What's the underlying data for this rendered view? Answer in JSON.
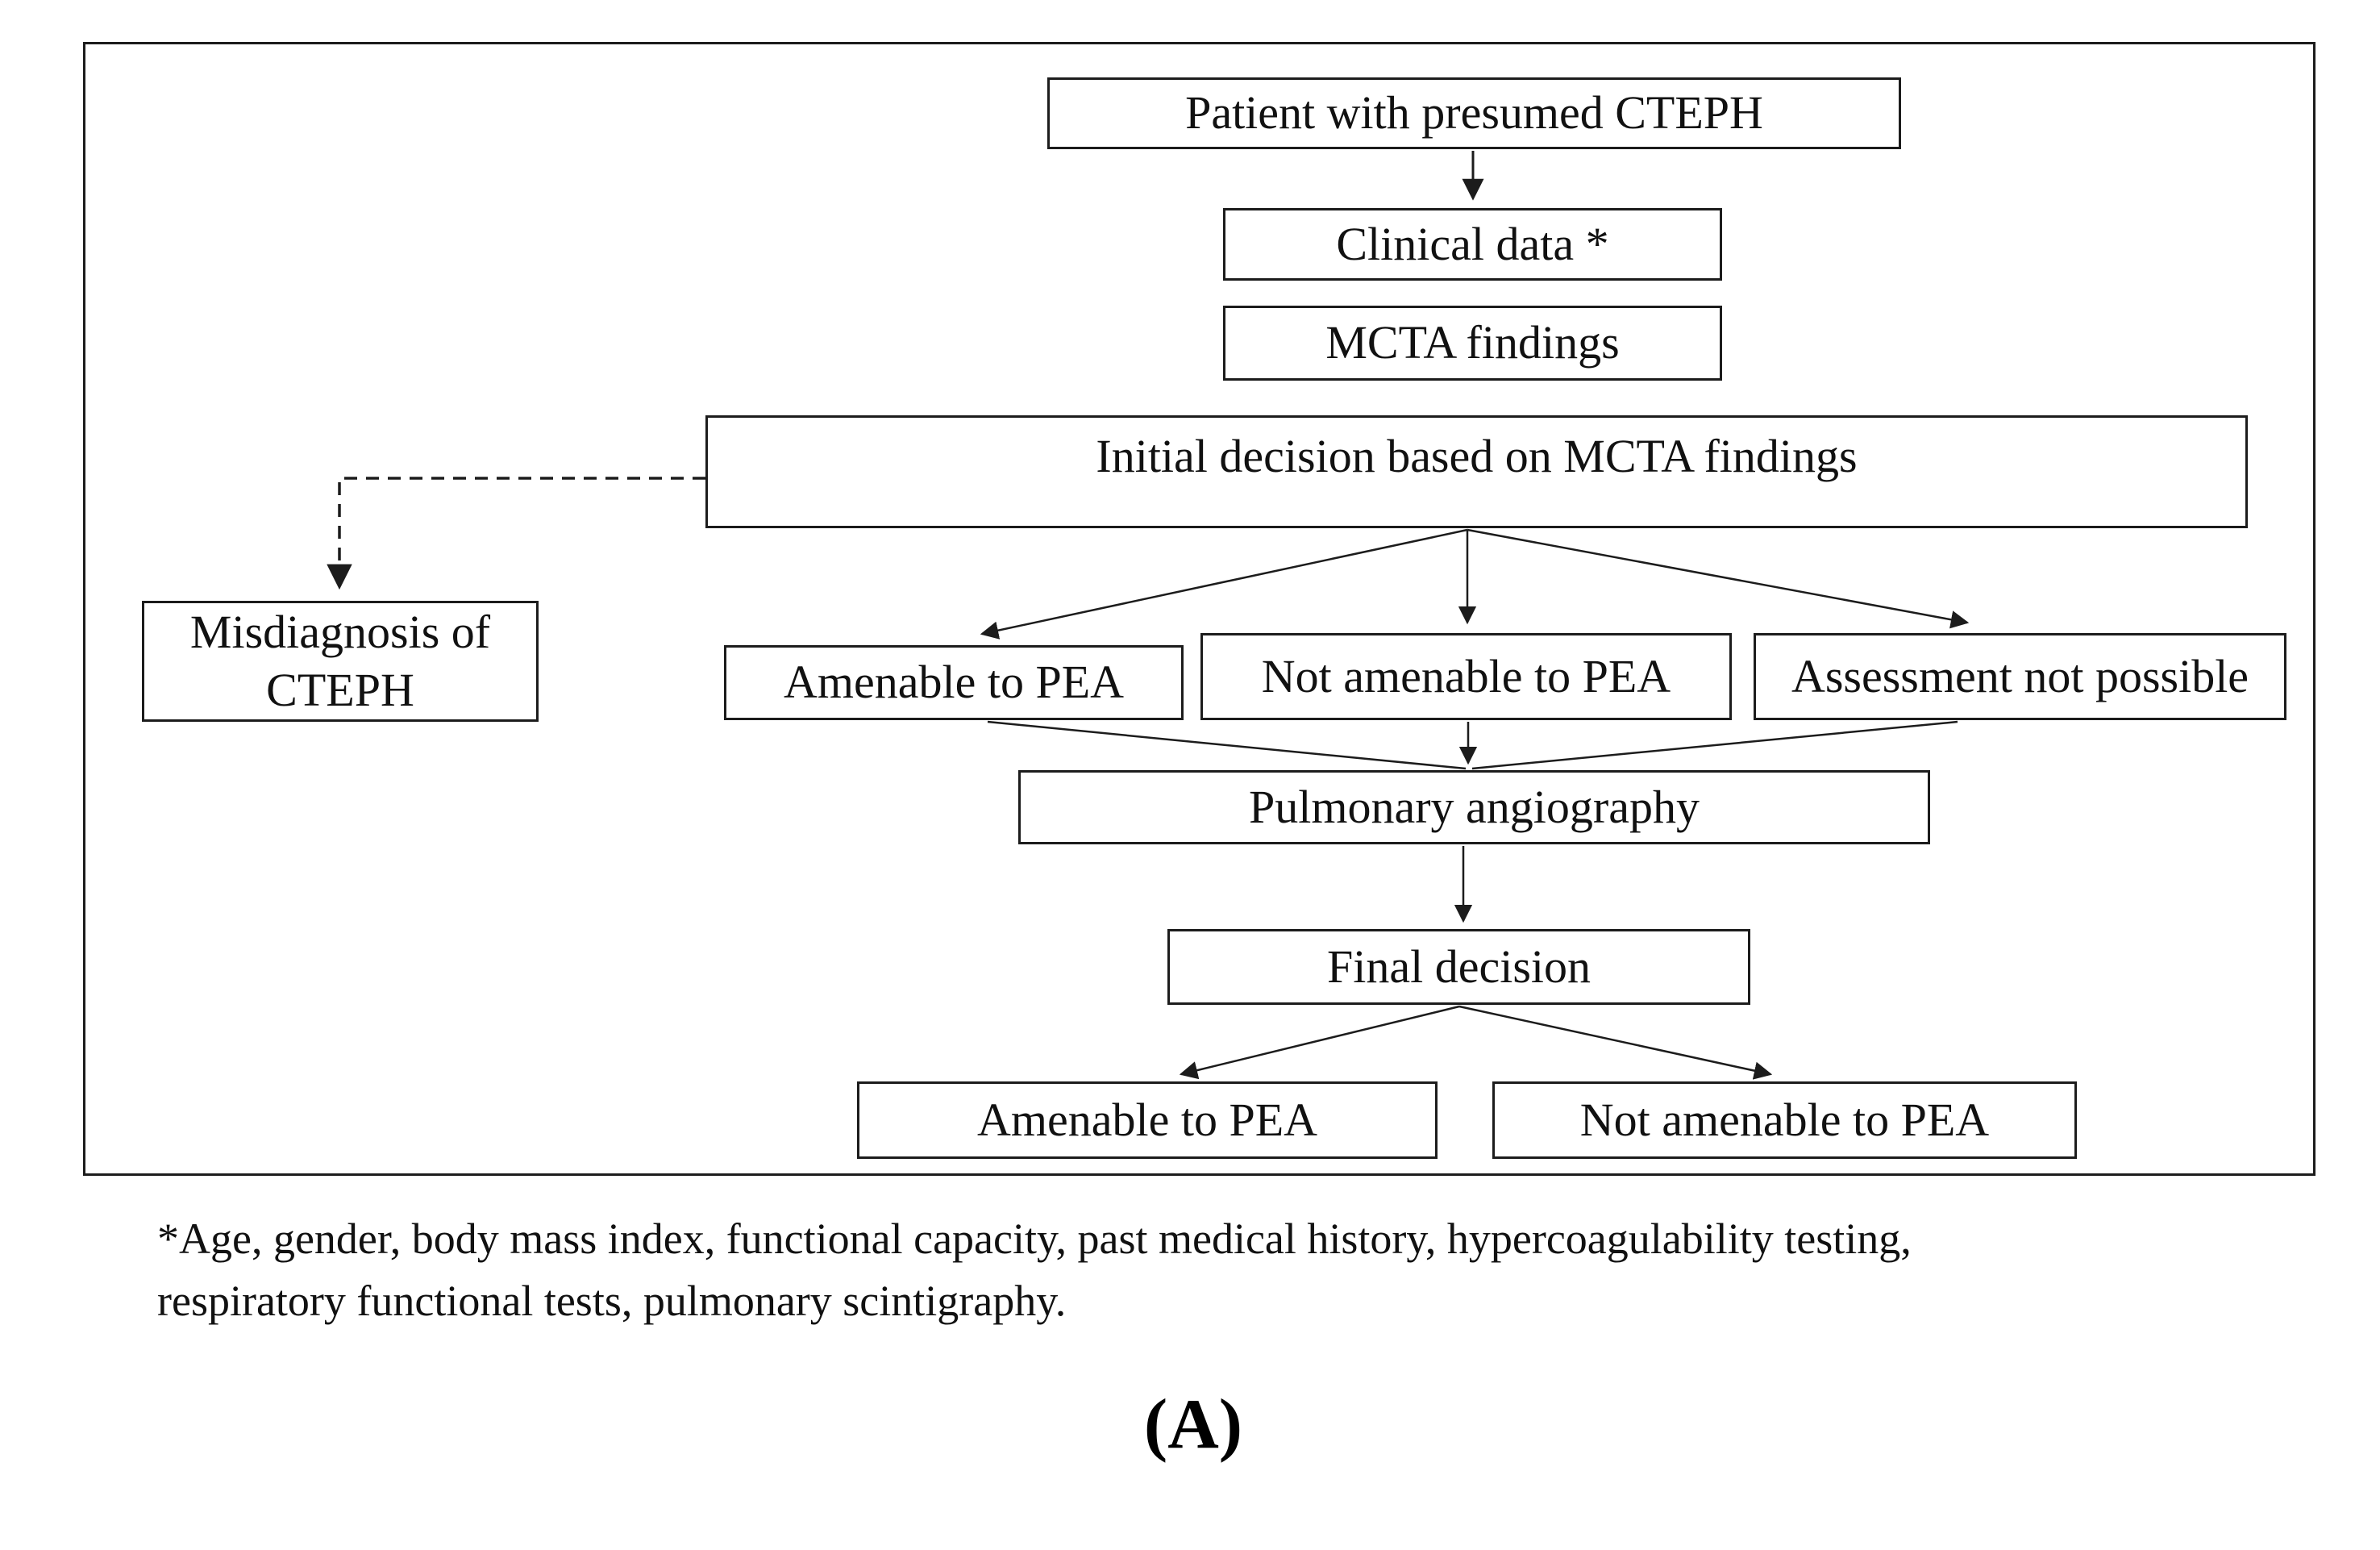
{
  "figure": {
    "panel_label": "(A)",
    "footnote": {
      "line1": "*Age, gender, body mass index, functional capacity, past medical history, hypercoagulability testing,",
      "line2": "respiratory functional tests, pulmonary scintigraphy."
    },
    "colors": {
      "line": "#1c1c1c",
      "box_border": "#1c1c1c",
      "text": "#111111",
      "background": "#ffffff"
    }
  },
  "flowchart": {
    "nodes": {
      "patient": "Patient with presumed CTEPH",
      "clinical_data": "Clinical data *",
      "mcta_findings": "MCTA findings",
      "initial_decision": "Initial decision based on MCTA findings",
      "misdiagnosis_line1": "Misdiagnosis of",
      "misdiagnosis_line2": "CTEPH",
      "amenable_initial": "Amenable to PEA",
      "not_amenable_initial": "Not amenable to PEA",
      "assessment_not_possible": "Assessment not possible",
      "pulmonary_angiography": "Pulmonary angiography",
      "final_decision": "Final decision",
      "amenable_final": "Amenable to PEA",
      "not_amenable_final": "Not amenable to PEA"
    }
  }
}
